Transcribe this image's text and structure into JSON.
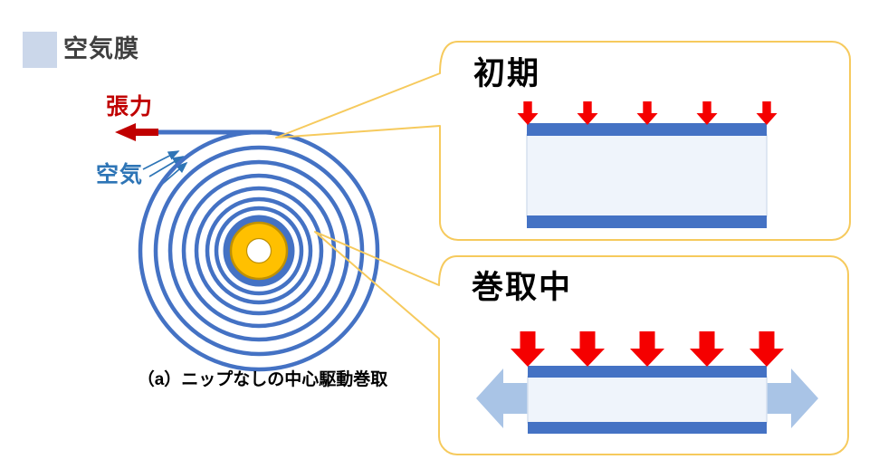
{
  "legend": {
    "label": "空気膜",
    "swatch_color": "#CBD7EA"
  },
  "main_diagram": {
    "tension_label": "張力",
    "air_label": "空気",
    "caption": "（a）ニップなしの中心駆動巻取",
    "roll": {
      "ring_count": 7,
      "ring_color": "#4472C4",
      "interlayer_fill": "#F3F7FC",
      "core_color": "#FFC000",
      "core_border_color": "#BF9000",
      "core_center_color": "#FFFFFF"
    }
  },
  "callouts": [
    {
      "title": "初期",
      "pressure_arrows": 5,
      "side_arrows": false
    },
    {
      "title": "巻取中",
      "pressure_arrows": 5,
      "side_arrows": true
    }
  ],
  "colors": {
    "film_blue": "#4472C4",
    "air_film_fill": "#EFF4FB",
    "tension_red": "#C00000",
    "pressure_red": "#F50000",
    "air_text_blue": "#2E75B6",
    "side_arrow_blue": "#A9C4E6",
    "callout_stroke": "#F6CA5D",
    "legend_swatch": "#CBD7EA",
    "title_text": "#000000",
    "legend_text": "#3F3F3F"
  }
}
